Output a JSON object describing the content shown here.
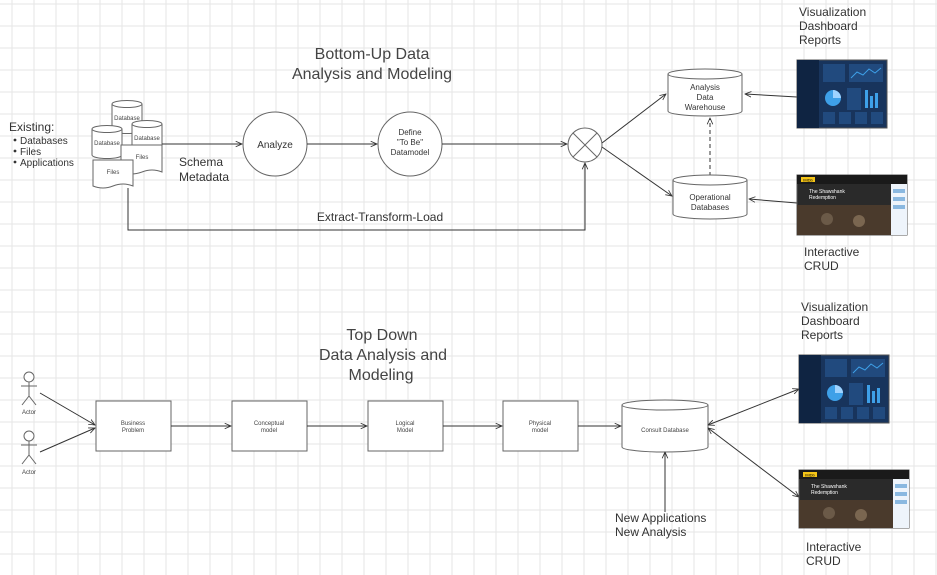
{
  "top_section": {
    "title_line1": "Bottom-Up Data",
    "title_line2": "Analysis and Modeling",
    "existing": {
      "heading": "Existing:",
      "items": [
        "Databases",
        "Files",
        "Applications"
      ]
    },
    "doc_labels": {
      "database_a": "Database",
      "database_b": "Database",
      "database_c": "Database",
      "files_a": "Files",
      "files_b": "Files"
    },
    "schema_label": [
      "Schema",
      "Metadata"
    ],
    "analyze_label": "Analyze",
    "define_label": [
      "Define",
      "\"To Be\"",
      "Datamodel"
    ],
    "etl_label": "Extract-Transform-Load",
    "warehouse_label": [
      "Analysis",
      "Data",
      "Warehouse"
    ],
    "operational_label": [
      "Operational",
      "Databases"
    ],
    "viz_label": [
      "Visualization",
      "Dashboard",
      "Reports"
    ],
    "crud_label": [
      "Interactive",
      "CRUD"
    ]
  },
  "bottom_section": {
    "title_line1": "Top Down",
    "title_line2": "Data Analysis and",
    "title_line3": "Modeling",
    "actor_labels": [
      "Actor",
      "Actor"
    ],
    "process_boxes": [
      [
        "Business",
        "Problem"
      ],
      [
        "Conceptual",
        "model"
      ],
      [
        "Logical",
        "Model"
      ],
      [
        "Physical",
        "model"
      ]
    ],
    "database_label": "Consult Database",
    "new_apps_label": [
      "New Applications",
      "New Analysis"
    ],
    "viz_label": [
      "Visualization",
      "Dashboard",
      "Reports"
    ],
    "crud_label": [
      "Interactive",
      "CRUD"
    ]
  },
  "thumbnails": {
    "crud_caption": [
      "The Shawshank",
      "Redemption"
    ],
    "logo_text": "IMDb"
  },
  "colors": {
    "dashboard_bg": "#18345c",
    "dashboard_accent": "#3ea0e8",
    "crud_header": "#1a1a1a",
    "crud_logo": "#f5c518",
    "grid": "#e6e6e6",
    "line": "#333333"
  }
}
